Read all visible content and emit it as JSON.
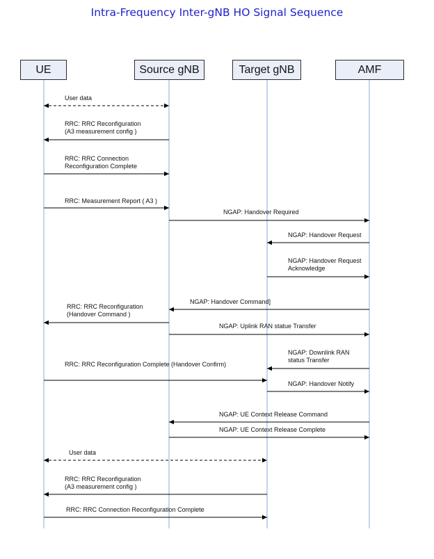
{
  "title": "Intra-Frequency Inter-gNB HO Signal Sequence",
  "colors": {
    "title": "#1f1fcc",
    "actor_fill": "#e9eef8",
    "lifeline": "#9fb8de",
    "arrow": "#000000"
  },
  "actors": [
    "UE",
    "Source gNB",
    "Target gNB",
    "AMF"
  ],
  "messages": [
    {
      "from": "UE",
      "to": "Source gNB",
      "both": true,
      "dashed": true,
      "lines": [
        "User data"
      ]
    },
    {
      "from": "Source gNB",
      "to": "UE",
      "lines": [
        "RRC: RRC Reconfiguration",
        "(A3 measurement config )"
      ]
    },
    {
      "from": "UE",
      "to": "Source gNB",
      "lines": [
        "RRC: RRC Connection",
        "Reconfiguration Complete"
      ]
    },
    {
      "from": "UE",
      "to": "Source gNB",
      "lines": [
        "RRC: Measurement Report ( A3 )"
      ]
    },
    {
      "from": "Source gNB",
      "to": "AMF",
      "lines": [
        "NGAP: Handover Required"
      ]
    },
    {
      "from": "AMF",
      "to": "Target gNB",
      "lines": [
        "NGAP: Handover Request"
      ]
    },
    {
      "from": "Target gNB",
      "to": "AMF",
      "lines": [
        "NGAP: Handover Request",
        "Acknowledge"
      ]
    },
    {
      "from": "AMF",
      "to": "Source gNB",
      "lines": [
        "NGAP: Handover Command]"
      ]
    },
    {
      "from": "Source gNB",
      "to": "UE",
      "lines": [
        "RRC: RRC Reconfiguration",
        "(Handover Command )"
      ]
    },
    {
      "from": "Source gNB",
      "to": "AMF",
      "lines": [
        "NGAP: Uplink RAN statue Transfer"
      ]
    },
    {
      "from": "AMF",
      "to": "Target gNB",
      "lines": [
        "NGAP: Downlink RAN",
        "status Transfer"
      ]
    },
    {
      "from": "UE",
      "to": "Target gNB",
      "lines": [
        "RRC: RRC Reconfiguration Complete (Handover Confirm)"
      ]
    },
    {
      "from": "Target gNB",
      "to": "AMF",
      "lines": [
        "NGAP: Handover Notify"
      ]
    },
    {
      "from": "AMF",
      "to": "Source gNB",
      "lines": [
        "NGAP: UE Context Release Command"
      ]
    },
    {
      "from": "Source gNB",
      "to": "AMF",
      "lines": [
        "NGAP: UE Context Release Complete"
      ]
    },
    {
      "from": "UE",
      "to": "Target gNB",
      "both": true,
      "dashed": true,
      "lines": [
        "User data"
      ]
    },
    {
      "from": "Target gNB",
      "to": "UE",
      "lines": [
        "RRC: RRC Reconfiguration",
        "(A3 measurement config )"
      ]
    },
    {
      "from": "UE",
      "to": "Target gNB",
      "lines": [
        "RRC: RRC Connection Reconfiguration Complete"
      ]
    }
  ]
}
